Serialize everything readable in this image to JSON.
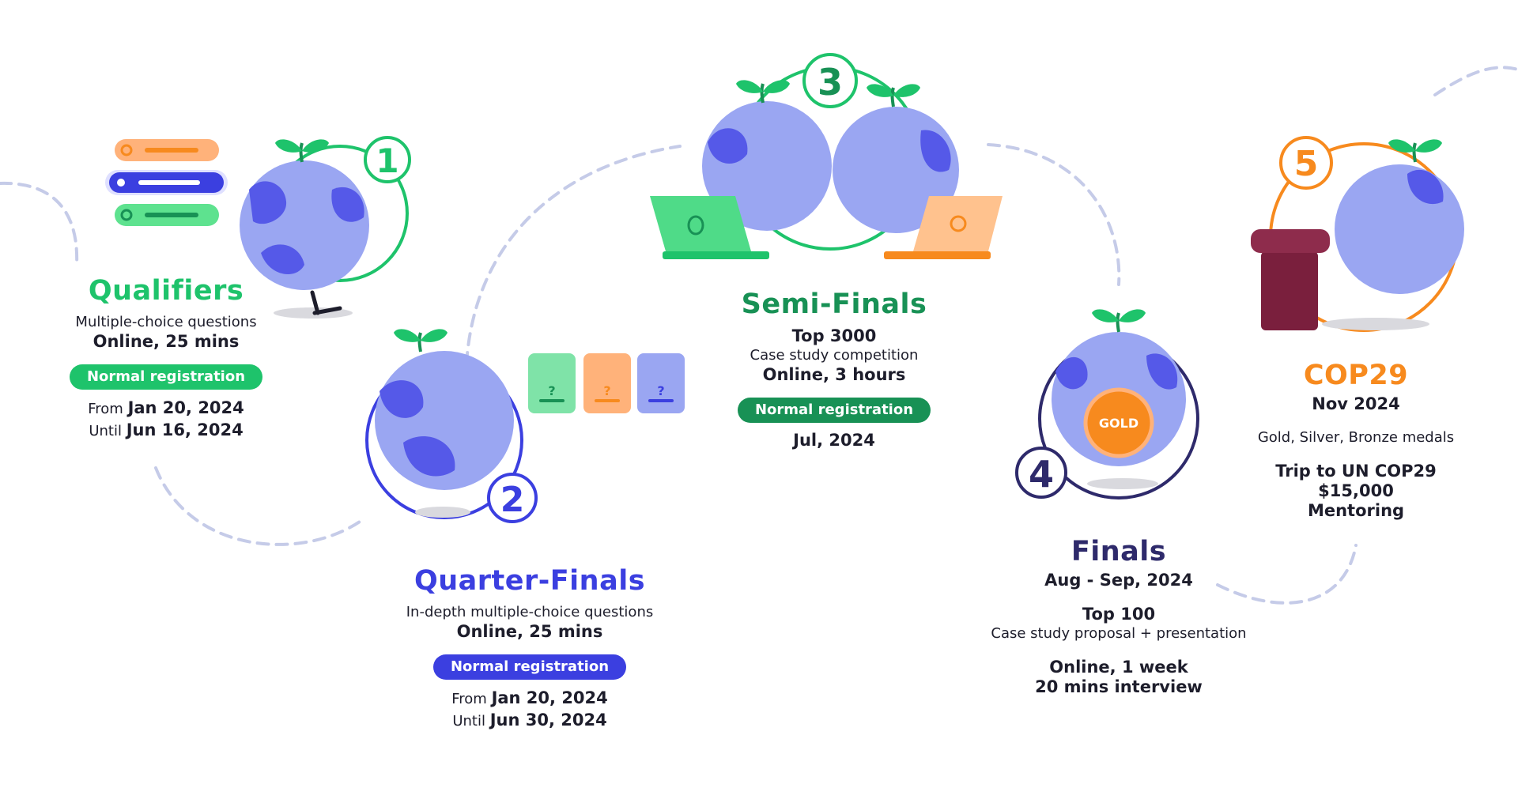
{
  "colors": {
    "green": "#1ec36b",
    "green_dark": "#189155",
    "blue": "#3b3fe0",
    "navy": "#2e2a6b",
    "orange": "#f78a1e",
    "globe": "#9aa6f2",
    "continent": "#5559e8",
    "dash": "#c5cbe8"
  },
  "stages": [
    {
      "number": "1",
      "title": "Qualifiers",
      "lines": [
        "Multiple-choice questions"
      ],
      "strong": [
        "Online, 25 mins"
      ],
      "registration_label": "Normal registration",
      "from_label": "From",
      "from_date": "Jan 20, 2024",
      "until_label": "Until",
      "until_date": "Jun 16, 2024"
    },
    {
      "number": "2",
      "title": "Quarter-Finals",
      "lines": [
        "In-depth multiple-choice questions"
      ],
      "strong": [
        "Online, 25 mins"
      ],
      "registration_label": "Normal registration",
      "from_label": "From",
      "from_date": "Jan 20, 2024",
      "until_label": "Until",
      "until_date": "Jun 30, 2024"
    },
    {
      "number": "3",
      "title": "Semi-Finals",
      "top": "Top 3000",
      "lines": [
        "Case study competition"
      ],
      "strong": [
        "Online, 3 hours"
      ],
      "registration_label": "Normal registration",
      "date": "Jul, 2024"
    },
    {
      "number": "4",
      "title": "Finals",
      "date": "Aug - Sep, 2024",
      "top": "Top 100",
      "lines": [
        "Case study proposal + presentation"
      ],
      "strong": [
        "Online, 1 week",
        "20 mins interview"
      ],
      "medal_label": "GOLD"
    },
    {
      "number": "5",
      "title": "COP29",
      "date": "Nov 2024",
      "lines": [
        "Gold, Silver, Bronze medals"
      ],
      "strong": [
        "Trip to UN COP29",
        "$15,000",
        "Mentoring"
      ]
    }
  ]
}
